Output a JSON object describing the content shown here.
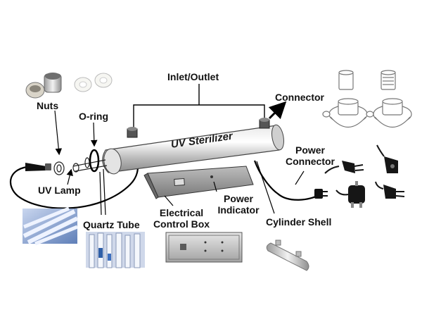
{
  "diagram": {
    "product_label": "UV Sterilizer",
    "labels": {
      "nuts": "Nuts",
      "o_ring": "O-ring",
      "inlet_outlet": "Inlet/Outlet",
      "connector": "Connector",
      "power_connector_line1": "Power",
      "power_connector_line2": "Connector",
      "uv_lamp": "UV Lamp",
      "quartz_tube": "Quartz Tube",
      "electrical_control_box_line1": "Electrical",
      "electrical_control_box_line2": "Control Box",
      "power_indicator_line1": "Power",
      "power_indicator_line2": "Indicator",
      "cylinder_shell": "Cylinder Shell"
    }
  }
}
